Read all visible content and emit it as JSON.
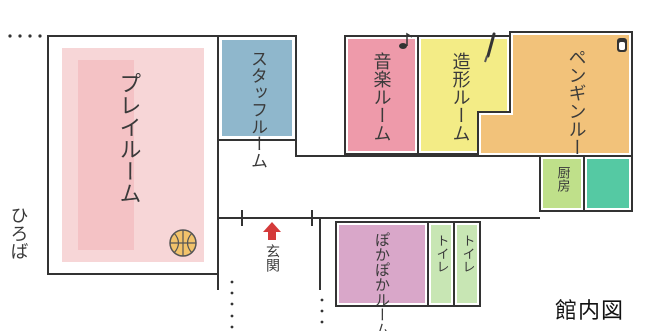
{
  "map_title": "館内図",
  "rooms": {
    "play": "プレイルーム",
    "staff": "スタッフルーム",
    "music": "音楽ルーム",
    "craft": "造形ルーム",
    "penguin": "ペンギンルーム",
    "kitchen": "厨房",
    "pokapoka": "ぽかぽかルーム",
    "toilet1": "トイレ",
    "toilet2": "トイレ"
  },
  "labels": {
    "hiroba": "ひろば",
    "entrance": "玄関"
  },
  "colors": {
    "play": "#f6cfd0",
    "staff": "#8fb7cc",
    "music": "#ee9aaa",
    "craft": "#f3ec86",
    "penguin": "#f2c27a",
    "kitchen": "#bfe08a",
    "teal": "#55c9a3",
    "pokapoka": "#d9a7c9",
    "toilet": "#c8e6b4",
    "entrance_arrow": "#d43a3a"
  },
  "icons": [
    "basketball-icon",
    "music-note-icon",
    "paintbrush-icon",
    "penguin-icon",
    "entrance-arrow-icon"
  ]
}
